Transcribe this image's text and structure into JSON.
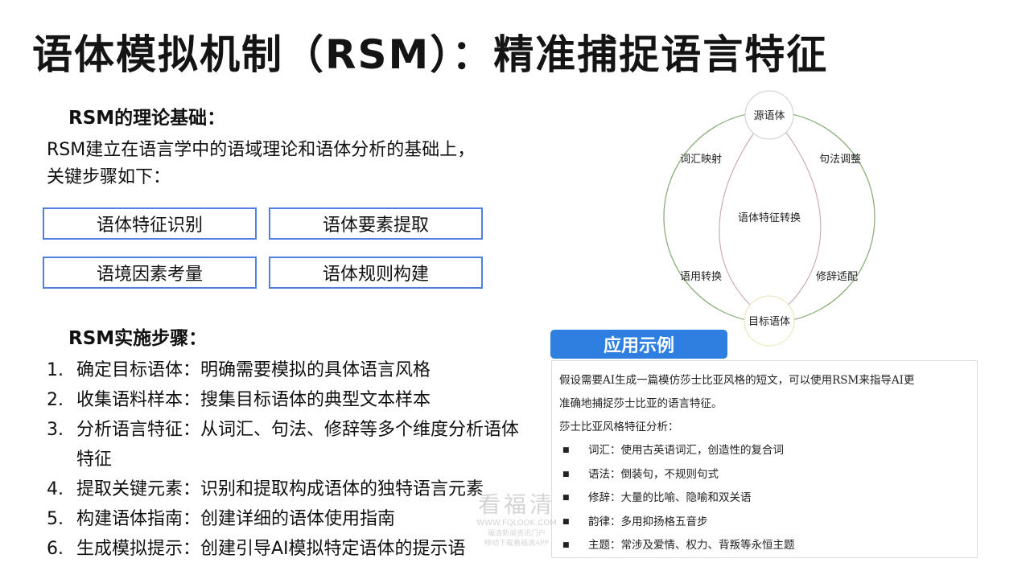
{
  "title": "语体模拟机制（RSM）：精准捕捉语言特征",
  "theory": {
    "heading": "RSM的理论基础：",
    "intro_line1": "RSM建立在语言学中的语域理论和语体分析的基础上，",
    "intro_line2": "关键步骤如下：",
    "boxes": [
      "语体特征识别",
      "语体要素提取",
      "语境因素考量",
      "语体规则构建"
    ]
  },
  "implementation": {
    "heading": "RSM实施步骤：",
    "steps": [
      {
        "num": "1.",
        "text": "确定目标语体：明确需要模拟的具体语言风格"
      },
      {
        "num": "2.",
        "text": "收集语料样本：搜集目标语体的典型文本样本"
      },
      {
        "num": "3.",
        "text": "分析语言特征：从词汇、句法、修辞等多个维度分析语体特征"
      },
      {
        "num": "4.",
        "text": "提取关键元素：识别和提取构成语体的独特语言元素"
      },
      {
        "num": "5.",
        "text": "构建语体指南：创建详细的语体使用指南"
      },
      {
        "num": "6.",
        "text": "生成模拟提示：创建引导AI模拟特定语体的提示语"
      }
    ]
  },
  "diagram": {
    "source": "源语体",
    "target": "目标语体",
    "center": "语体特征转换",
    "lexical": "词汇映射",
    "syntax": "句法调整",
    "pragmatic": "语用转换",
    "rhetoric": "修辞适配",
    "colors": {
      "outer": "#8bb07a",
      "inner": "#c9a4b6",
      "node_border": "#cccccc",
      "target_border": "#e8e4b0"
    }
  },
  "example": {
    "tab": "应用示例",
    "line1": "假设需要AI生成一篇模仿莎士比亚风格的短文，可以使用RSM来指导AI更",
    "line2": "准确地捕捉莎士比亚的语言特征。",
    "subheading": "莎士比亚风格特征分析：",
    "bullet_glyph": "■",
    "bullets": [
      "词汇：使用古英语词汇，创造性的复合词",
      "语法：倒装句，不规则句式",
      "修辞：大量的比喻、隐喻和双关语",
      "韵律：多用抑扬格五音步",
      "主题：常涉及爱情、权力、背叛等永恒主题"
    ]
  },
  "watermark": {
    "big": "看福清",
    "url": "WWW.FQLOOK.COM",
    "small1": "福清新闻资讯门户",
    "small2": "移动下载看福清APP"
  },
  "accent_color": "#2f7fe0",
  "box_border_color": "#4f7fe0"
}
